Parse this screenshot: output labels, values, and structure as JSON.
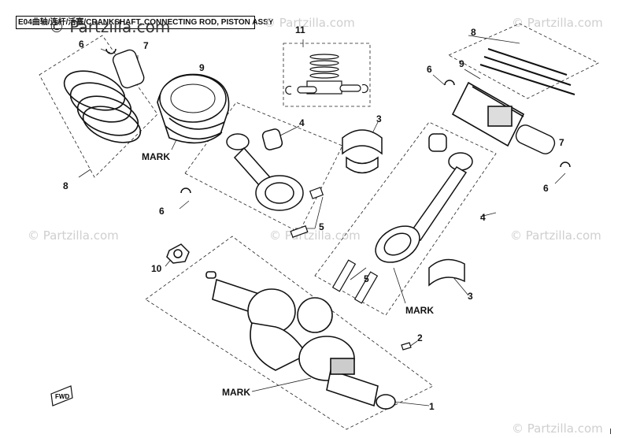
{
  "title": "E04曲轴/连杆/活塞/CRANKSHAFT, CONNECTING ROD, PISTON ASSY",
  "watermark_top": "© Partzilla.com",
  "watermarks": [
    "© Partzilla.com",
    "© Partzilla.com",
    "© Partzilla.com",
    "© Partzilla.com",
    "© Partzilla.com",
    "© Partzilla.com"
  ],
  "callouts": {
    "c1": "1",
    "c2": "2",
    "c3a": "3",
    "c3b": "3",
    "c4a": "4",
    "c4b": "4",
    "c5a": "5",
    "c5b": "5",
    "c6a": "6",
    "c6b": "6",
    "c6c": "6",
    "c6d": "6",
    "c7a": "7",
    "c7b": "7",
    "c8a": "8",
    "c8b": "8",
    "c9a": "9",
    "c9b": "9",
    "c10": "10",
    "c11": "11"
  },
  "marks": {
    "m1": "MARK",
    "m2": "MARK",
    "m3": "MARK"
  },
  "fwd": "FWD",
  "edge_mark": "I"
}
